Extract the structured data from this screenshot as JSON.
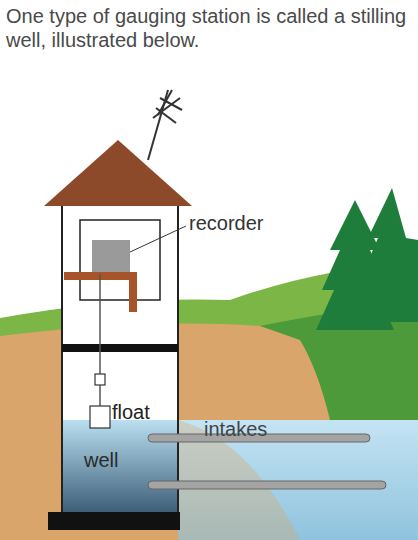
{
  "diagram": {
    "title": "One type of gauging station is called a stilling well, illustrated below.",
    "labels": [
      "recorder",
      "float",
      "intakes",
      "well"
    ]
  }
}
